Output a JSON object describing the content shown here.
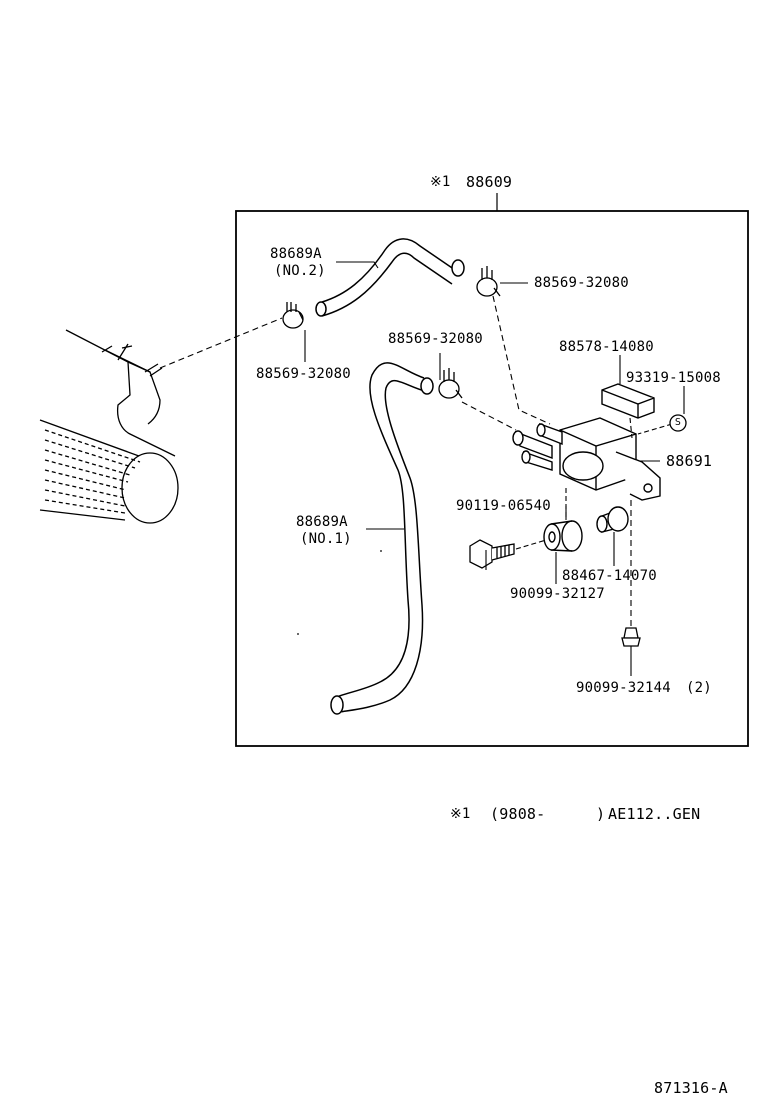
{
  "assembly": {
    "mark": "※1",
    "part_no": "88609"
  },
  "labels": {
    "hose_no2_part": "88689A",
    "hose_no2_sub": "(NO.2)",
    "hose_no1_part": "88689A",
    "hose_no1_sub": "(NO.1)",
    "clip_top_right": "88569-32080",
    "clip_left": "88569-32080",
    "clip_mid": "88569-32080",
    "block": "88578-14080",
    "stud": "93319-15008",
    "valve": "88691",
    "bolt": "90119-06540",
    "bush": "88467-14070",
    "grommet": "90099-32127",
    "nut": "90099-32144",
    "nut_qty": "(2)"
  },
  "footnote": {
    "mark": "※1",
    "from": "(9808-",
    "to": ")",
    "applicability": "AE112..GEN"
  },
  "stud_symbol": "S",
  "figure_id": "871316-A"
}
